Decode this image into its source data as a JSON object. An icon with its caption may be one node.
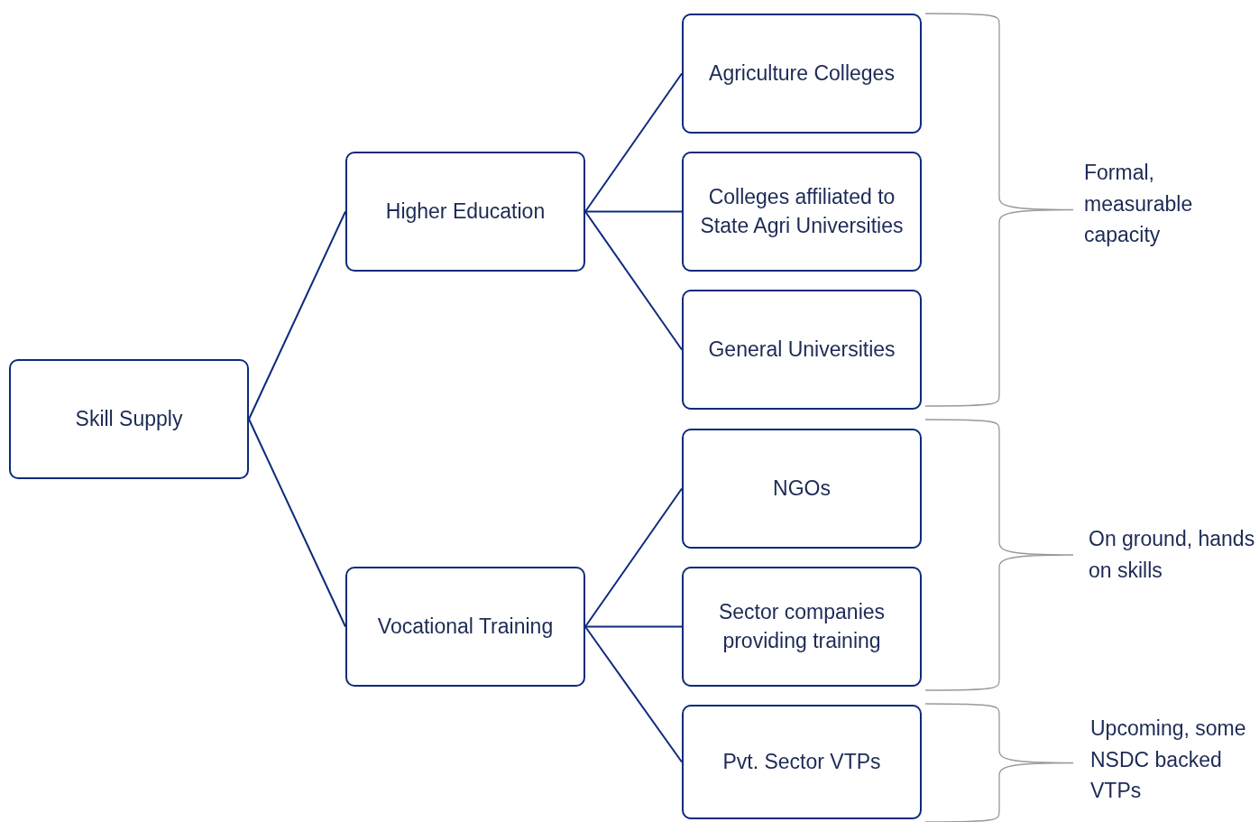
{
  "diagram": {
    "nodes": [
      {
        "text": [
          "Skill Supply"
        ]
      },
      {
        "text": [
          "Higher Education"
        ]
      },
      {
        "text": [
          "Vocational Training"
        ]
      },
      {
        "text": [
          "Agriculture Colleges"
        ]
      },
      {
        "text": [
          "Colleges affiliated to State Agri Universities"
        ]
      },
      {
        "text": [
          "General Universities"
        ]
      },
      {
        "text": [
          "NGOs"
        ]
      },
      {
        "text": [
          "Sector companies providing training"
        ]
      },
      {
        "text": [
          "Pvt. Sector VTPs"
        ]
      }
    ],
    "edges": [
      {
        "from": 0,
        "to": 1,
        "arrow": "none"
      },
      {
        "from": 0,
        "to": 2,
        "arrow": "none"
      },
      {
        "from": 1,
        "to": 3,
        "arrow": "none"
      },
      {
        "from": 1,
        "to": 4,
        "arrow": "none"
      },
      {
        "from": 1,
        "to": 5,
        "arrow": "none"
      },
      {
        "from": 2,
        "to": 6,
        "arrow": "none"
      },
      {
        "from": 2,
        "to": 7,
        "arrow": "none"
      },
      {
        "from": 2,
        "to": 8,
        "arrow": "none"
      }
    ],
    "labels": [
      "Formal, measurable capacity",
      "On ground, hands on skills",
      "Upcoming, some NSDC backed VTPs"
    ]
  }
}
